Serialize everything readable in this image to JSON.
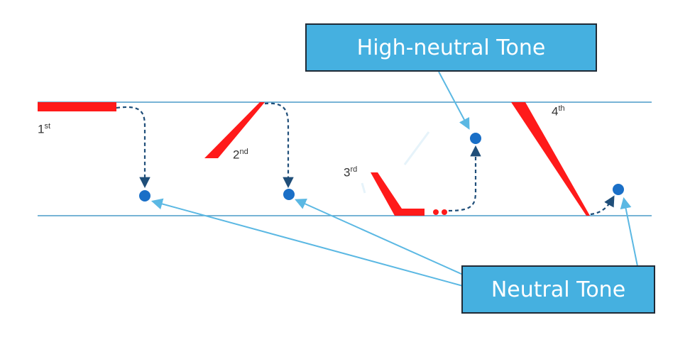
{
  "callouts": {
    "high_neutral": "High-neutral Tone",
    "neutral": "Neutral Tone"
  },
  "tones": [
    {
      "number": "1",
      "suffix": "st"
    },
    {
      "number": "2",
      "suffix": "nd"
    },
    {
      "number": "3",
      "suffix": "rd"
    },
    {
      "number": "4",
      "suffix": "th"
    }
  ],
  "colors": {
    "tone_contour": "#ff1a1a",
    "neutral_dot": "#1a6fc7",
    "dashed_arrow": "#1f4e79",
    "pointer_line": "#5bb8e3",
    "staff_line": "#4a9cc8",
    "callout_fill": "#45b0e0"
  }
}
